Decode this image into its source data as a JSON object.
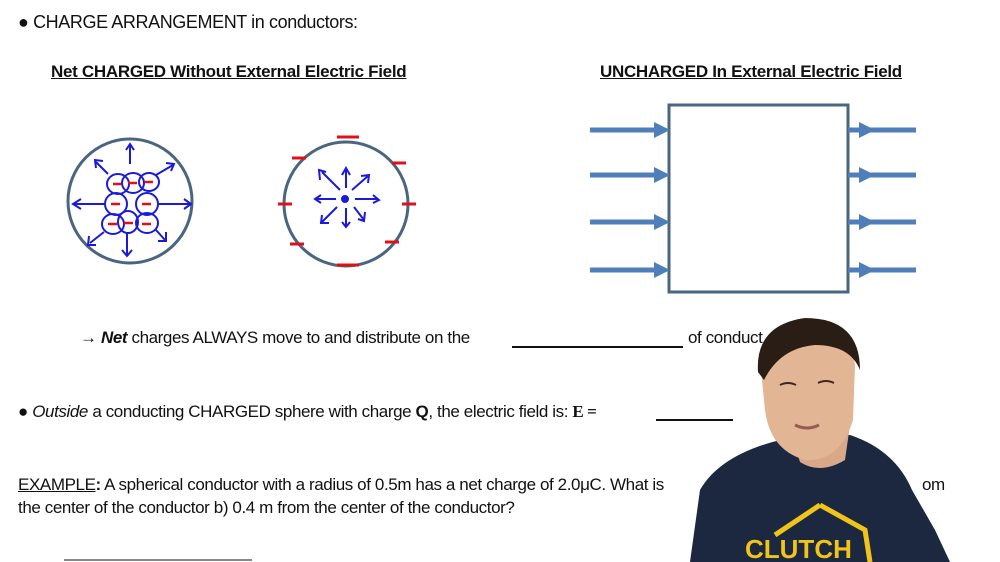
{
  "slide": {
    "bullet_title": "CHARGE ARRANGEMENT in conductors:",
    "left_heading": "Net CHARGED Without External Electric Field",
    "right_heading": "UNCHARGED In External Electric Field",
    "net_line": {
      "arrow": "→",
      "bold_word": "Net",
      "text": " charges ALWAYS move to and distribute on the ",
      "after": " of conduct"
    },
    "outside_line": {
      "italic_word": "Outside",
      "text1": " a conducting CHARGED sphere with charge ",
      "bold_q": "Q",
      "text2": ", the electric field is: ",
      "math": "E ="
    },
    "example": {
      "label": "EXAMPLE",
      "colon": ":",
      "line1": " A spherical conductor with a radius of 0.5m has a net charge of 2.0μC. What is",
      "line1_end": "om",
      "line2": "the center of the conductor b) 0.4 m from the center of the conductor?"
    },
    "charge_symbol": "–"
  },
  "presenter": {
    "shirt_logo": "CLUTCH"
  },
  "colors": {
    "conductor_outline": "#4a6580",
    "field_arrows": "#4f7fb9",
    "negative_charge": "#e0101a",
    "ink_blue": "#1a1ad8",
    "shirt": "#1c2740",
    "logo": "#f0c419"
  }
}
